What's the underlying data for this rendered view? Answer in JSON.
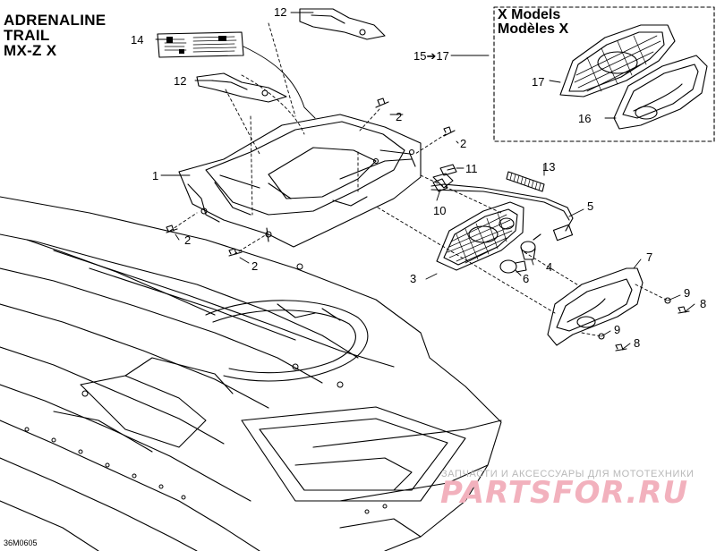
{
  "models": [
    "ADRENALINE",
    "TRAIL",
    "MX-Z X"
  ],
  "x_models_box": {
    "title_en": "X Models",
    "title_fr": "Modèles X"
  },
  "callouts": {
    "c1": "1",
    "c2a": "2",
    "c2b": "2",
    "c2c": "2",
    "c2d": "2",
    "c3": "3",
    "c4": "4",
    "c5": "5",
    "c6": "6",
    "c7": "7",
    "c8a": "8",
    "c8b": "8",
    "c9a": "9",
    "c9b": "9",
    "c10": "10",
    "c11": "11",
    "c12a": "12",
    "c12b": "12",
    "c13": "13",
    "c14": "14",
    "c15": "15➔17",
    "c16": "16",
    "c17": "17"
  },
  "figure_code": "36M0605",
  "watermark": {
    "subtitle": "ЗАПЧАСТИ И АКСЕССУАРЫ ДЛЯ МОТОТЕХНИКИ",
    "brand": "PARTSFOR.RU"
  }
}
